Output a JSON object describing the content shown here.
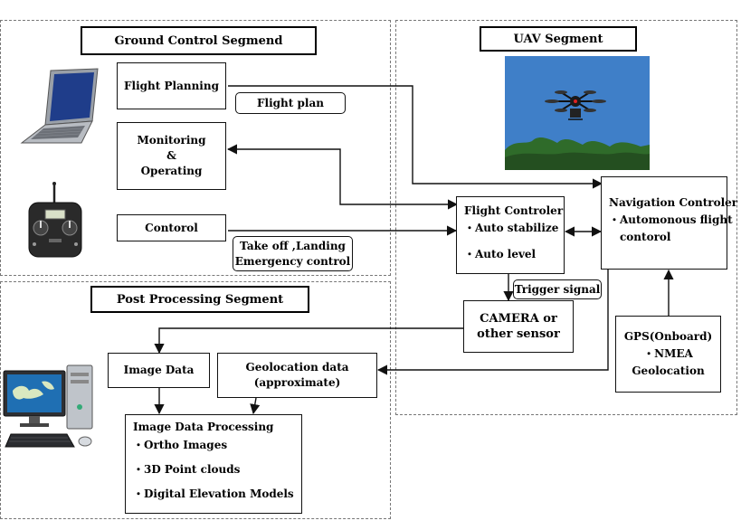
{
  "segments": {
    "ground": {
      "title": "Ground Control Segmend"
    },
    "uav": {
      "title": "UAV Segment"
    },
    "post": {
      "title": "Post Processing Segment"
    }
  },
  "blocks": {
    "flight_planning": "Flight Planning",
    "monitoring": [
      "Monitoring",
      "&",
      "Operating"
    ],
    "control": "Contorol",
    "flight_controller": {
      "title": "Flight Controler",
      "items": [
        "・Auto stabilize",
        "・Auto level"
      ]
    },
    "navigation_controller": {
      "title": "Navigation Controler",
      "items": [
        "・Automonous flight",
        "contorol"
      ]
    },
    "camera": [
      "CAMERA or",
      "other sensor"
    ],
    "gps": [
      "GPS(Onboard)",
      "・NMEA",
      "Geolocation"
    ],
    "image_data": "Image Data",
    "geolocation_data": [
      "Geolocation data",
      "(approximate)"
    ],
    "image_processing": {
      "title": "Image Data Processing",
      "items": [
        "・Ortho Images",
        "・3D Point clouds",
        "・Digital Elevation Models"
      ]
    }
  },
  "labels": {
    "flight_plan": "Flight plan",
    "takeoff": [
      "Take off ,Landing",
      "Emergency control"
    ],
    "trigger": "Trigger signal"
  },
  "icons": {
    "laptop": "laptop-icon",
    "remote": "remote-controller-icon",
    "drone": "drone-photo",
    "desktop": "desktop-computer-icon"
  },
  "colors": {
    "sky": "#3f7fc8",
    "trees": "#2f6b2a",
    "screen": "#1f3d8a"
  }
}
